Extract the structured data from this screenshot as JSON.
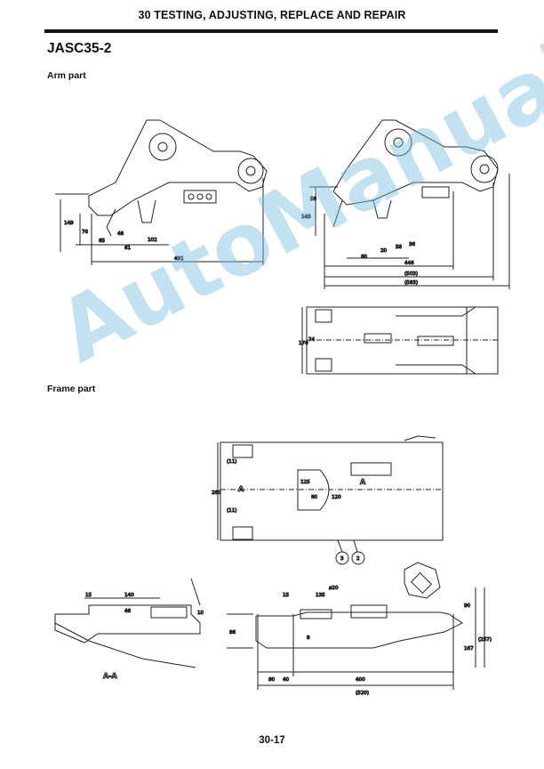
{
  "header": {
    "chapter_title": "30 TESTING, ADJUSTING, REPLACE AND REPAIR"
  },
  "model": "JASC35-2",
  "sections": {
    "arm": "Arm part",
    "frame": "Frame part"
  },
  "arm_left_dims": [
    "149",
    "76",
    "65",
    "48",
    "61",
    "102",
    "491"
  ],
  "arm_right_dims": [
    "58",
    "143",
    "60",
    "20",
    "58",
    "36",
    "446",
    "(503)",
    "(583)"
  ],
  "arm_bottom_dims": [
    "170",
    "74"
  ],
  "frame_top_dims": [
    "260",
    "(11)",
    "(11)",
    "125",
    "60",
    "120"
  ],
  "frame_callouts": [
    "3",
    "2"
  ],
  "frame_labels": {
    "view_a": "A",
    "section": "A-A"
  },
  "frame_bottom_left_dims": [
    "15",
    "140",
    "46",
    "10"
  ],
  "frame_bottom_right_dims": [
    "15",
    "135",
    "ø20",
    "86",
    "8",
    "80",
    "40",
    "400",
    "(520)",
    "90",
    "167",
    "(257)"
  ],
  "page_number": "30-17",
  "watermark": "AutoManual"
}
